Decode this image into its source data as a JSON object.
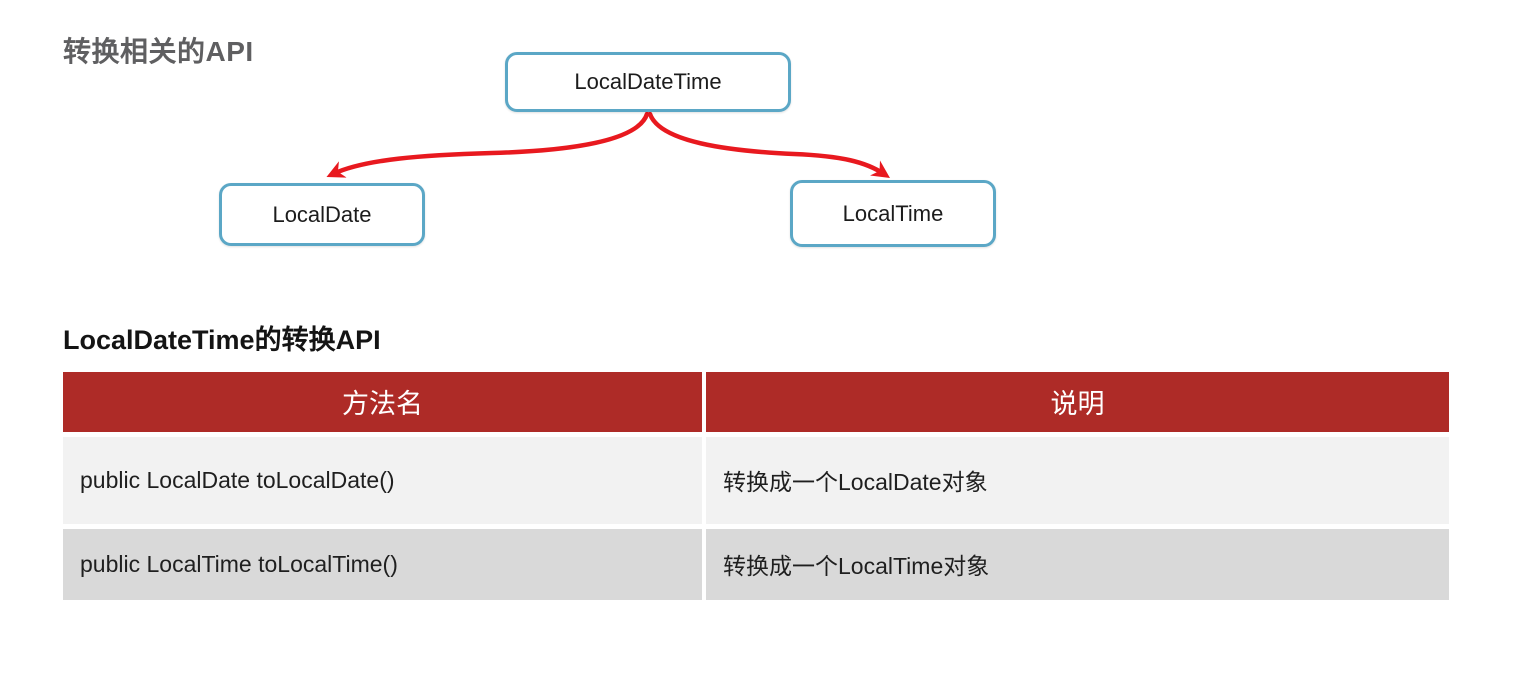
{
  "section1": {
    "title": "转换相关的API"
  },
  "diagram": {
    "root": "LocalDateTime",
    "children": [
      "LocalDate",
      "LocalTime"
    ],
    "box_border_color": "#5ba7c6",
    "arrow_color": "#e8191f"
  },
  "section2": {
    "title": "LocalDateTime的转换API"
  },
  "table": {
    "header": [
      "方法名",
      "说明"
    ],
    "header_bg": "#ae2b27",
    "row_bgs": [
      "#f2f2f2",
      "#d9d9d9"
    ],
    "rows": [
      {
        "method": "public LocalDate toLocalDate()",
        "description": "转换成一个LocalDate对象"
      },
      {
        "method": "public LocalTime toLocalTime()",
        "description": "转换成一个LocalTime对象"
      }
    ]
  }
}
